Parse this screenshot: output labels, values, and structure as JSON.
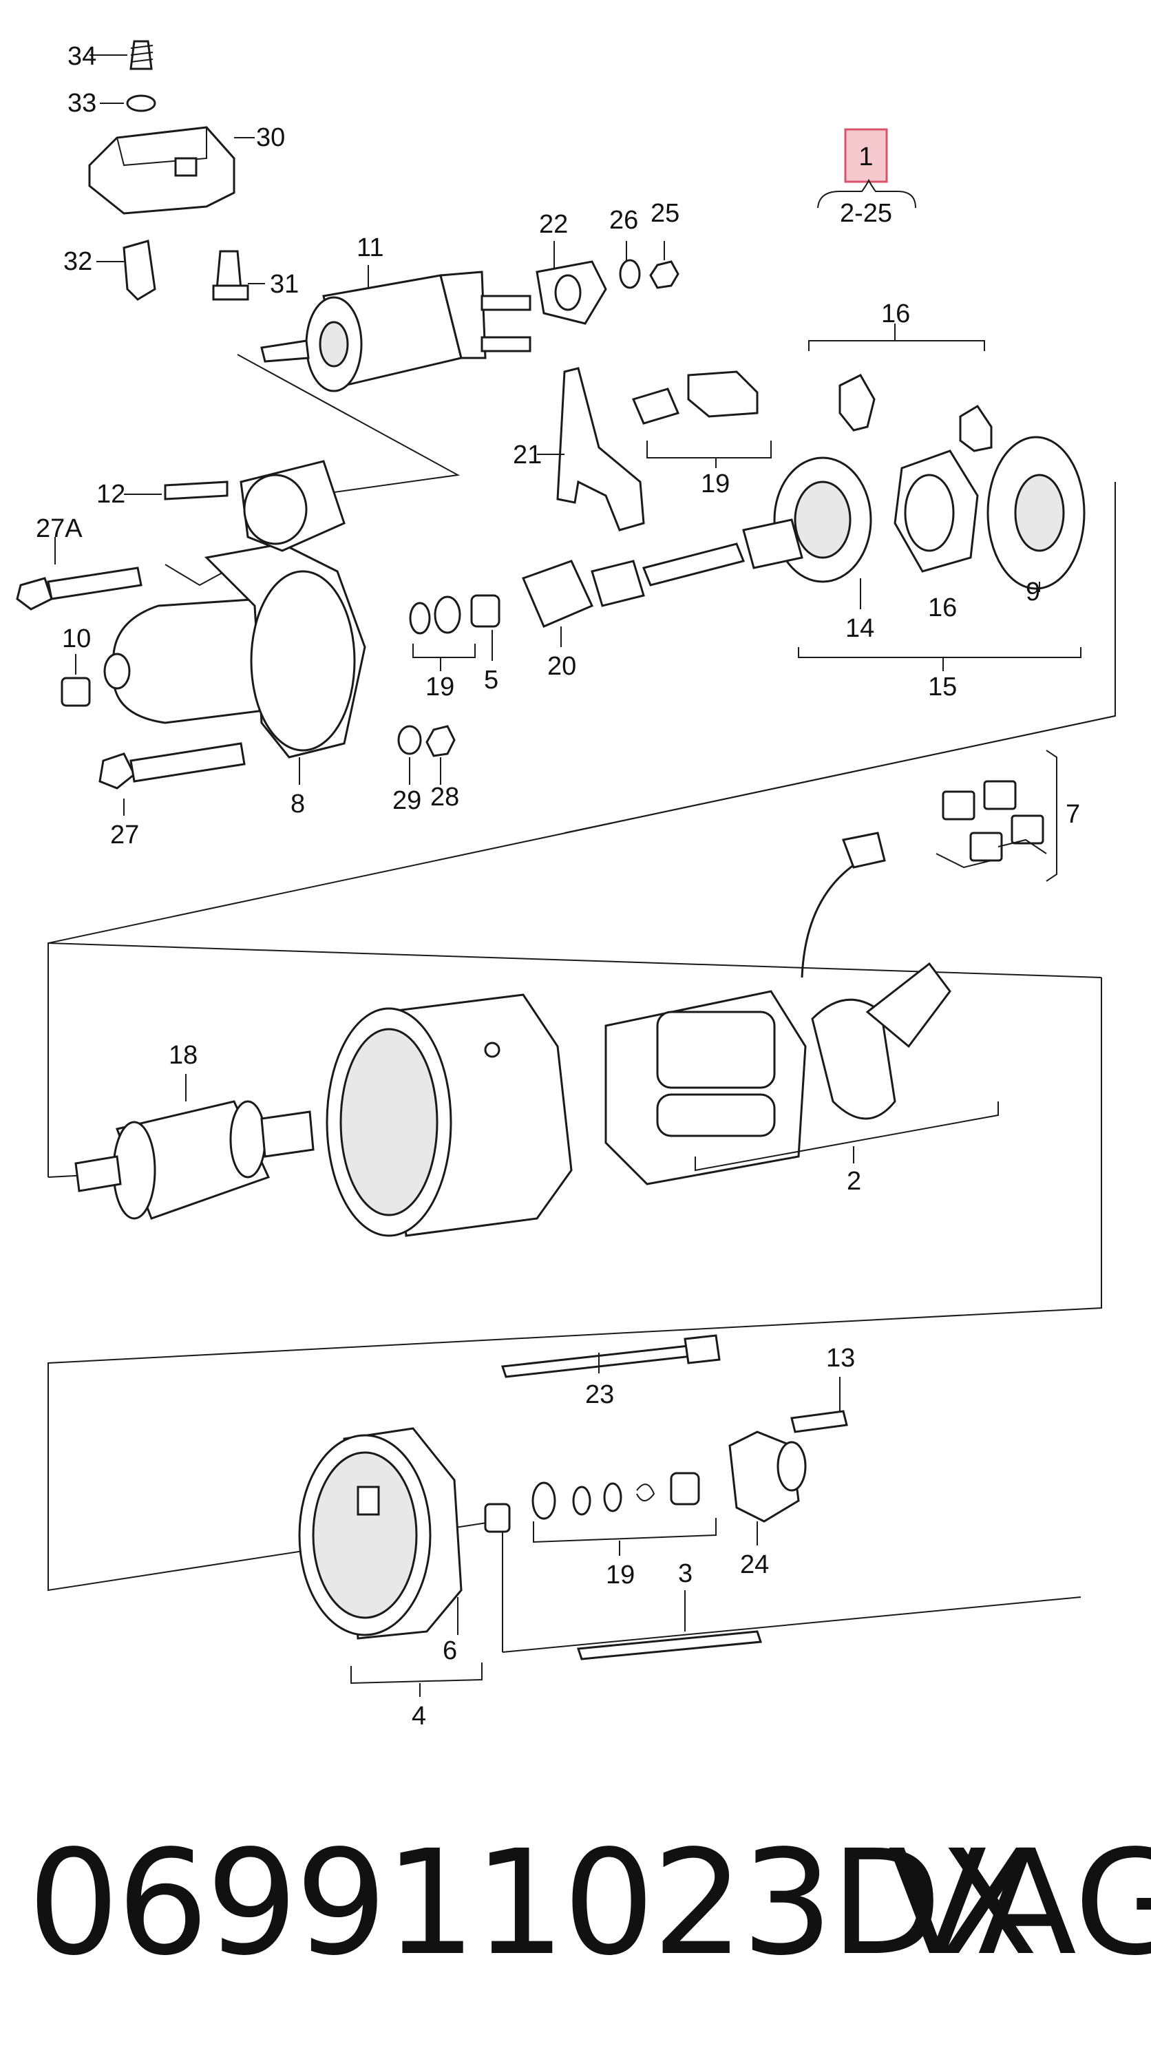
{
  "callouts": {
    "c1": "1",
    "c2_25": "2-25",
    "c2": "2",
    "c3": "3",
    "c4": "4",
    "c5": "5",
    "c6": "6",
    "c7": "7",
    "c8": "8",
    "c9": "9",
    "c10": "10",
    "c11": "11",
    "c12": "12",
    "c13": "13",
    "c14": "14",
    "c15": "15",
    "c16a": "16",
    "c16b": "16",
    "c18": "18",
    "c19a": "19",
    "c19b": "19",
    "c19c": "19",
    "c20": "20",
    "c21": "21",
    "c22": "22",
    "c23": "23",
    "c24": "24",
    "c25": "25",
    "c26": "26",
    "c27": "27",
    "c27a": "27A",
    "c28": "28",
    "c29": "29",
    "c30": "30",
    "c31": "31",
    "c32": "32",
    "c33": "33",
    "c34": "34"
  },
  "footer": {
    "part_number": "069911023DX",
    "brand": "VAG"
  },
  "colors": {
    "line": "#1a1a1a",
    "highlight_fill": "#f6c9cf",
    "highlight_stroke": "#d9536a"
  }
}
